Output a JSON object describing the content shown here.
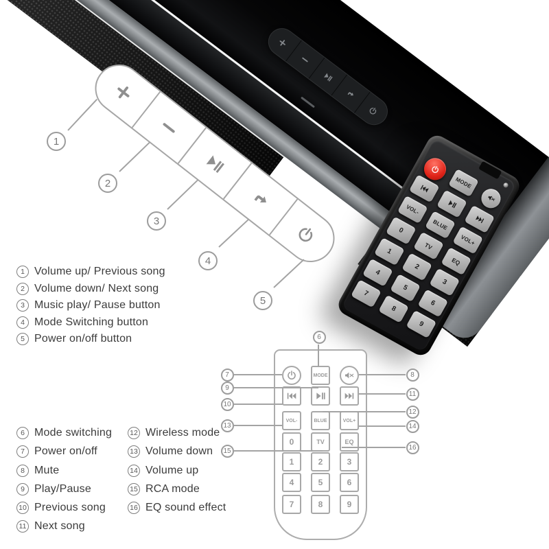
{
  "colors": {
    "remote_power_red": "#e02318",
    "diagram_stroke": "#a6a6a6",
    "legend_text": "#3b3b3b",
    "soundbar_black": "#060607",
    "button_gray": "#b2b2b2"
  },
  "bar_buttons": [
    {
      "key": "volume-up",
      "icon": "plus",
      "num": "1"
    },
    {
      "key": "volume-down",
      "icon": "minus",
      "num": "2"
    },
    {
      "key": "play-pause",
      "icon": "play-pause",
      "num": "3"
    },
    {
      "key": "mode",
      "icon": "mode-loop",
      "num": "4"
    },
    {
      "key": "power",
      "icon": "power",
      "num": "5"
    }
  ],
  "remote_buttons": [
    {
      "key": "power",
      "icon": "power",
      "shape": "circle",
      "accent": "power-red"
    },
    {
      "key": "mode",
      "label": "MODE",
      "shape": "square"
    },
    {
      "key": "mute",
      "icon": "mute",
      "shape": "circle"
    },
    {
      "key": "previous",
      "icon": "prev",
      "shape": "square"
    },
    {
      "key": "play-pause",
      "icon": "play-pause",
      "shape": "square"
    },
    {
      "key": "next",
      "icon": "next",
      "shape": "square"
    },
    {
      "key": "volume-down",
      "label": "VOL-",
      "shape": "square"
    },
    {
      "key": "bluetooth",
      "label": "BLUE",
      "shape": "square"
    },
    {
      "key": "volume-up",
      "label": "VOL+",
      "shape": "square"
    },
    {
      "key": "digit-0",
      "label": "0",
      "shape": "square"
    },
    {
      "key": "tv",
      "label": "TV",
      "shape": "square"
    },
    {
      "key": "eq",
      "label": "EQ",
      "shape": "square"
    },
    {
      "key": "digit-1",
      "label": "1",
      "shape": "square"
    },
    {
      "key": "digit-2",
      "label": "2",
      "shape": "square"
    },
    {
      "key": "digit-3",
      "label": "3",
      "shape": "square"
    },
    {
      "key": "digit-4",
      "label": "4",
      "shape": "square"
    },
    {
      "key": "digit-5",
      "label": "5",
      "shape": "square"
    },
    {
      "key": "digit-6",
      "label": "6",
      "shape": "square"
    },
    {
      "key": "digit-7",
      "label": "7",
      "shape": "square"
    },
    {
      "key": "digit-8",
      "label": "8",
      "shape": "square"
    },
    {
      "key": "digit-9",
      "label": "9",
      "shape": "square"
    }
  ],
  "bar_callouts": [
    {
      "num": "1"
    },
    {
      "num": "2"
    },
    {
      "num": "3"
    },
    {
      "num": "4"
    },
    {
      "num": "5"
    }
  ],
  "remote_callouts": [
    {
      "num": "6"
    },
    {
      "num": "7"
    },
    {
      "num": "8"
    },
    {
      "num": "9"
    },
    {
      "num": "10"
    },
    {
      "num": "11"
    },
    {
      "num": "12"
    },
    {
      "num": "13"
    },
    {
      "num": "14"
    },
    {
      "num": "15"
    },
    {
      "num": "16"
    }
  ],
  "bar_legend": [
    {
      "num": "1",
      "label": "Volume up/ Previous song"
    },
    {
      "num": "2",
      "label": "Volume down/ Next song"
    },
    {
      "num": "3",
      "label": "Music play/ Pause button"
    },
    {
      "num": "4",
      "label": "Mode Switching button"
    },
    {
      "num": "5",
      "label": "Power on/off button"
    }
  ],
  "remote_legend_col1": [
    {
      "num": "6",
      "label": "Mode switching"
    },
    {
      "num": "7",
      "label": "Power on/off"
    },
    {
      "num": "8",
      "label": "Mute"
    },
    {
      "num": "9",
      "label": "Play/Pause"
    },
    {
      "num": "10",
      "label": "Previous song"
    },
    {
      "num": "11",
      "label": "Next song"
    }
  ],
  "remote_legend_col2": [
    {
      "num": "12",
      "label": "Wireless mode"
    },
    {
      "num": "13",
      "label": "Volume down"
    },
    {
      "num": "14",
      "label": "Volume up"
    },
    {
      "num": "15",
      "label": "RCA mode"
    },
    {
      "num": "16",
      "label": "EQ sound effect"
    }
  ]
}
